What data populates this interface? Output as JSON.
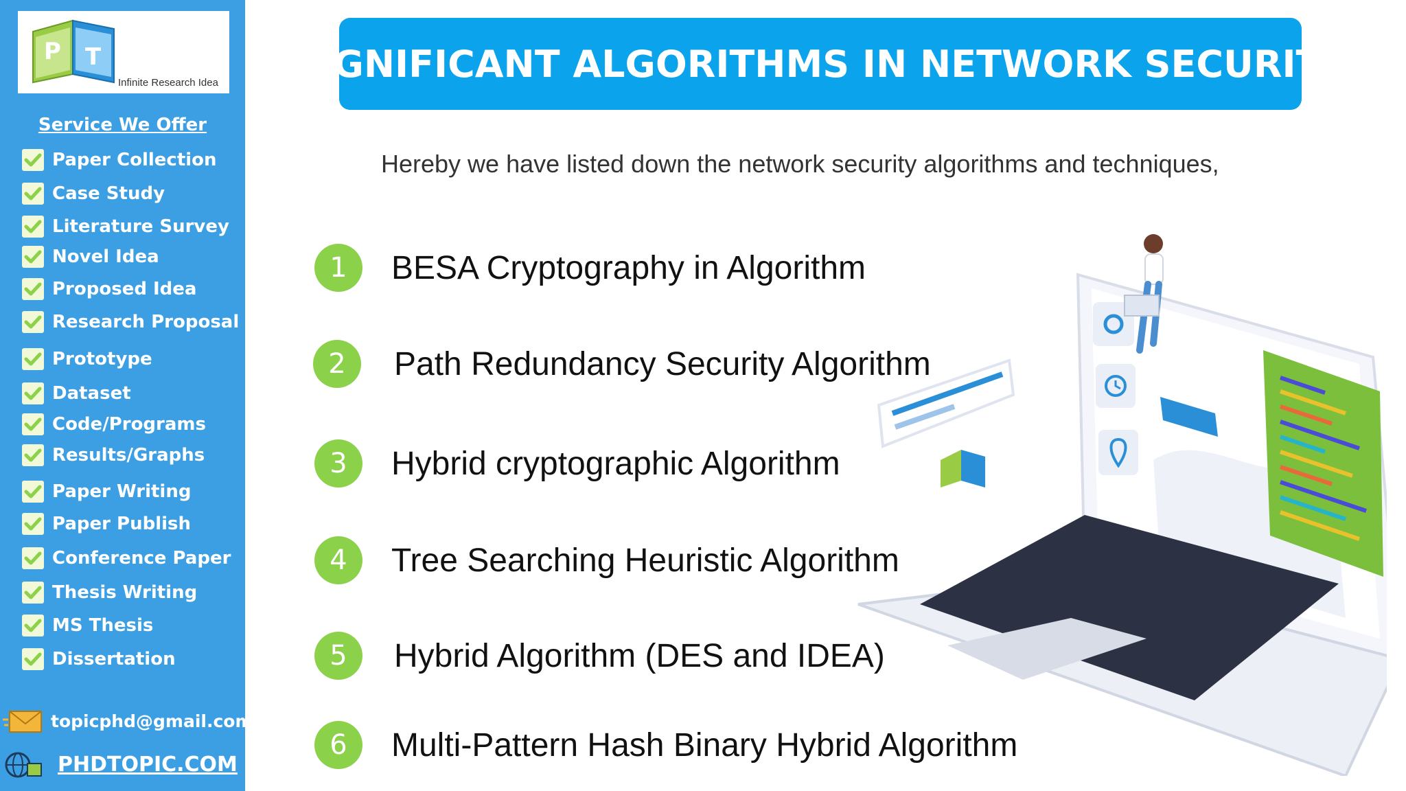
{
  "logo": {
    "letters": "PT",
    "tagline": "Infinite Research Idea"
  },
  "sidebar": {
    "title": "Service We Offer",
    "services": [
      "Paper Collection",
      "Case Study",
      "Literature Survey",
      "Novel Idea",
      "Proposed Idea",
      "Research Proposal",
      "Prototype",
      "Dataset",
      "Code/Programs",
      "Results/Graphs",
      "Paper Writing",
      "Paper Publish",
      "Conference Paper",
      "Thesis Writing",
      "MS Thesis",
      "Dissertation"
    ],
    "email": "topicphd@gmail.com",
    "website": "PHDTOPIC.COM"
  },
  "main": {
    "title": "SIGNIFICANT ALGORITHMS IN NETWORK SECURITY",
    "intro": "Hereby we have listed down the network security algorithms and techniques,",
    "algorithms": [
      {
        "num": "1",
        "label": "BESA Cryptography in Algorithm"
      },
      {
        "num": "2",
        "label": "Path Redundancy Security Algorithm"
      },
      {
        "num": "3",
        "label": "Hybrid cryptographic Algorithm"
      },
      {
        "num": "4",
        "label": "Tree Searching Heuristic Algorithm"
      },
      {
        "num": "5",
        "label": "Hybrid Algorithm (DES and IDEA)"
      },
      {
        "num": "6",
        "label": "Multi-Pattern Hash Binary Hybrid Algorithm"
      }
    ]
  },
  "colors": {
    "sidebar": "#3d9fe3",
    "banner": "#0aa3ec",
    "number_circle": "#8bd14a",
    "check": "#8bd14a"
  }
}
